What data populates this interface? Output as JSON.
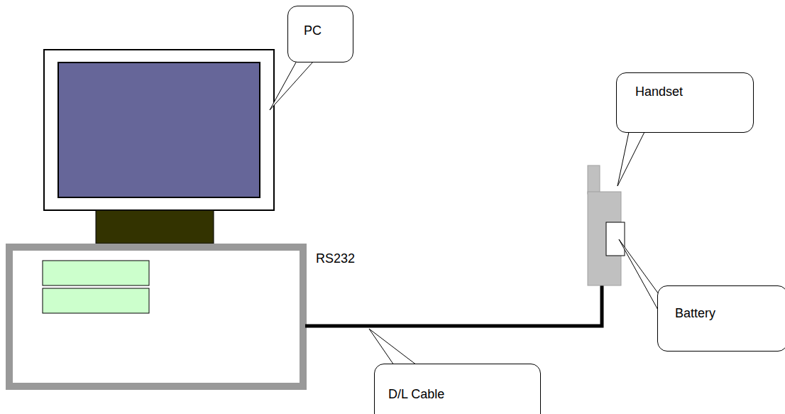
{
  "diagram": {
    "nodes": [
      {
        "text": [
          "PC"
        ]
      },
      {
        "text": [
          "Handset"
        ]
      },
      {
        "text": [
          "Battery"
        ]
      },
      {
        "text": [
          "D/L Cable"
        ]
      }
    ],
    "labels": [
      "RS232"
    ]
  }
}
